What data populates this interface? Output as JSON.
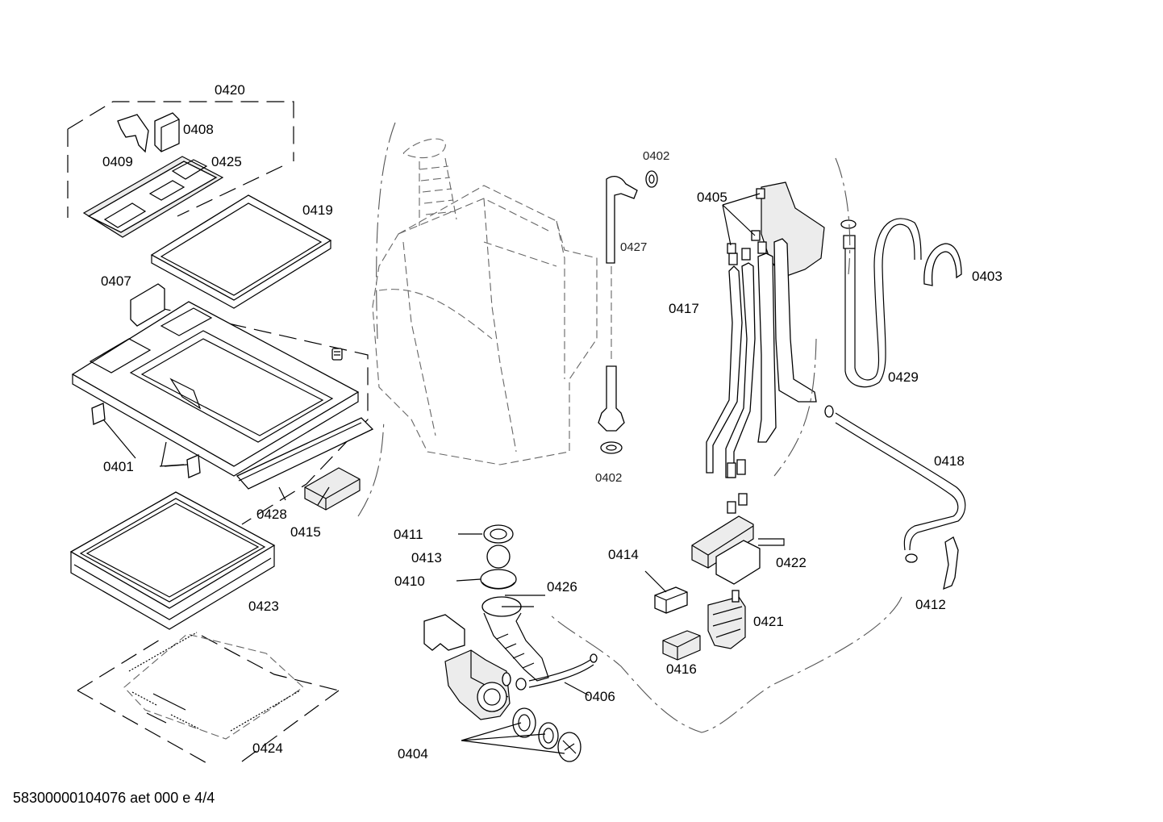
{
  "document_id": "58300000104076 aet 000 e 4/4",
  "labels": {
    "l0420": "0420",
    "l0408": "0408",
    "l0409": "0409",
    "l0425": "0425",
    "l0419": "0419",
    "l0407": "0407",
    "l0401": "0401",
    "l0428": "0428",
    "l0415": "0415",
    "l0423": "0423",
    "l0424": "0424",
    "l0402_top": "0402",
    "l0427": "0427",
    "l0402_bottom": "0402",
    "l0405": "0405",
    "l0417": "0417",
    "l0403": "0403",
    "l0429": "0429",
    "l0418": "0418",
    "l0412": "0412",
    "l0422": "0422",
    "l0414": "0414",
    "l0421": "0421",
    "l0416": "0416",
    "l0411": "0411",
    "l0413": "0413",
    "l0410": "0410",
    "l0426": "0426",
    "l0406": "0406",
    "l0404": "0404"
  }
}
